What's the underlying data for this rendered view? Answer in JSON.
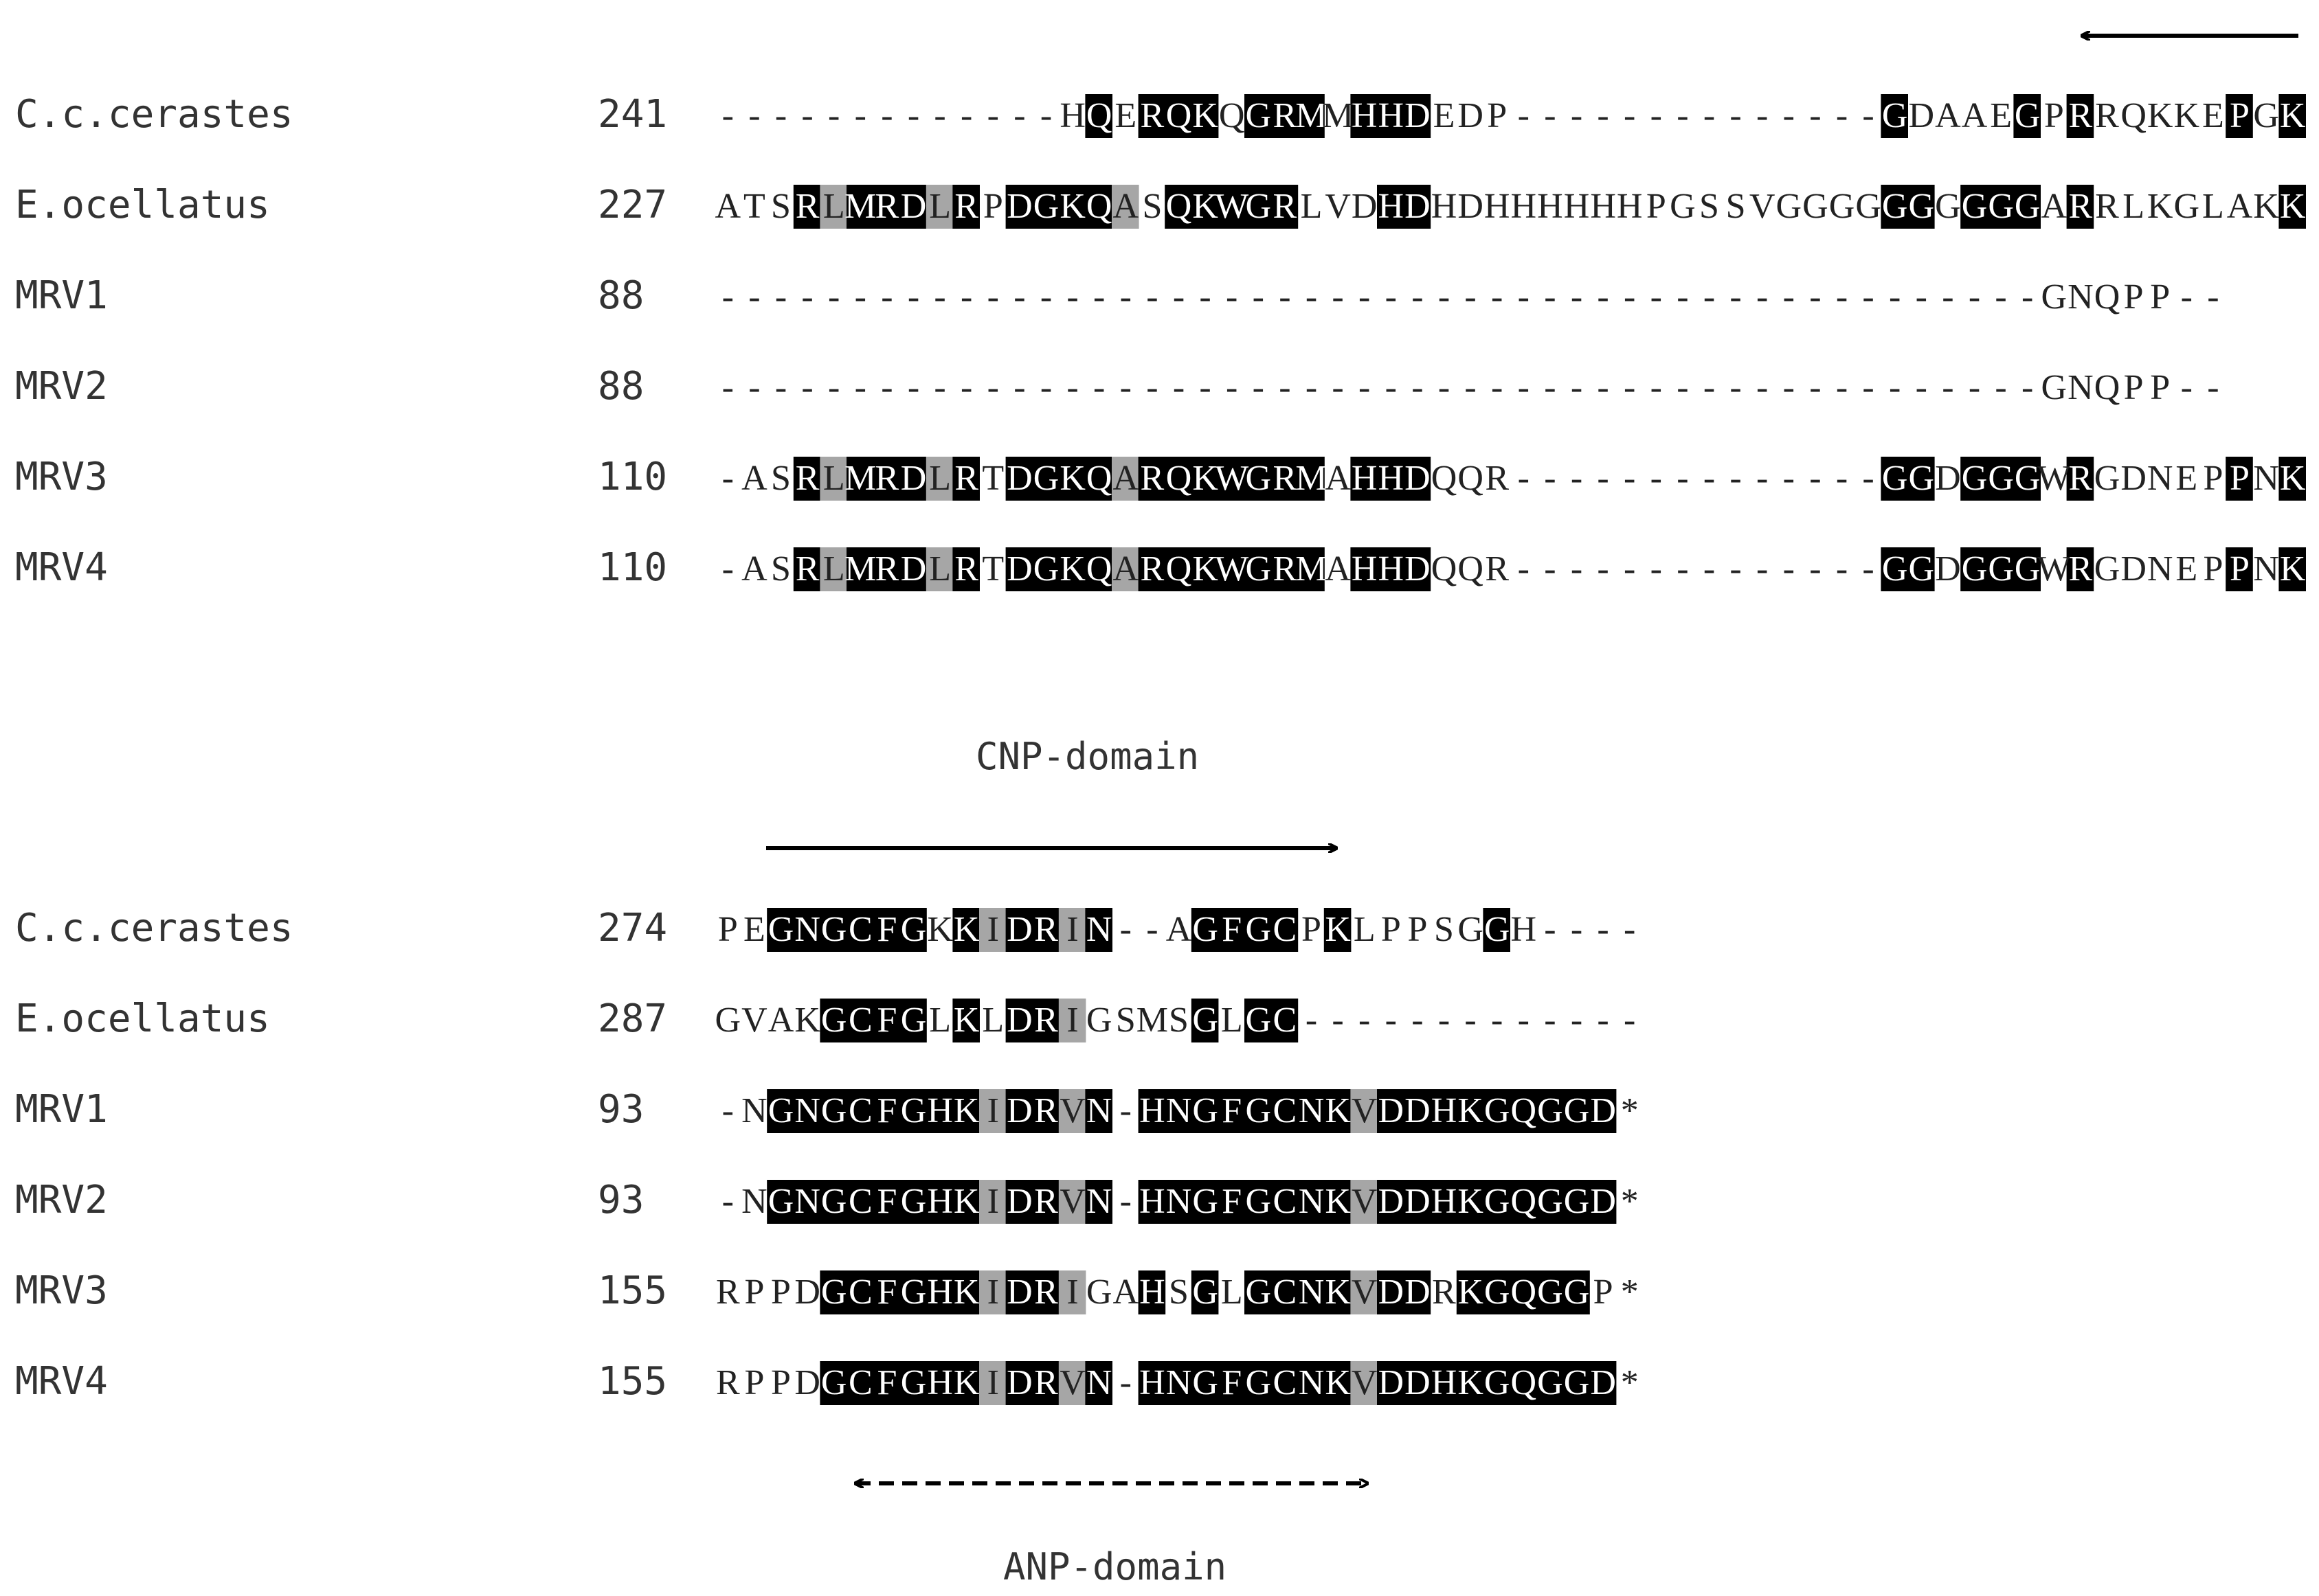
{
  "blocks": [
    {
      "rows": [
        {
          "name": "C.c.cerastes",
          "start": "241",
          "seq": "-------------HQERQKQGRMMHHDEDP--------------GDAAEGPRRQKKEPGK"
        },
        {
          "name": "E.ocellatus",
          "start": "227",
          "seq": "ATSRLMRDLRPDGKQASQKWGRLVDHDHDHHHHHHPGSSVGGGGGGGGGGARRLKGLAKK"
        },
        {
          "name": "MRV1",
          "start": "88",
          "seq": "--------------------------------------------------GNQPP--"
        },
        {
          "name": "MRV2",
          "start": "88",
          "seq": "--------------------------------------------------GNQPP--"
        },
        {
          "name": "MRV3",
          "start": "110",
          "seq": "-ASRLMRDLRTDGKQARQKWGRMAHHDQQR--------------GGDGGGWRGDNEPPNK"
        },
        {
          "name": "MRV4",
          "start": "110",
          "seq": "-ASRLMRDLRTDGKQARQKWGRMAHHDQQR--------------GGDGGGWRGDNEPPNK"
        }
      ]
    },
    {
      "rows": [
        {
          "name": "C.c.cerastes",
          "start": "274",
          "seq": "PEGNGCFGKKIDRIN--AGFGCPKLPPSGGH----"
        },
        {
          "name": "E.ocellatus",
          "start": "287",
          "seq": "GVAKGCFGLKLDRIGSMSGLGC-------------"
        },
        {
          "name": "MRV1",
          "start": "93",
          "seq": "-NGNGCFGHKIDRVN-HNGFGCNKVDDHKGQGGD*"
        },
        {
          "name": "MRV2",
          "start": "93",
          "seq": "-NGNGCFGHKIDRVN-HNGFGCNKVDDHKGQGGD*"
        },
        {
          "name": "MRV3",
          "start": "155",
          "seq": "RPPDGCFGHKIDRIGAHSGLGCNKVDDRKGQGGP*"
        },
        {
          "name": "MRV4",
          "start": "155",
          "seq": "RPPDGCFGHKIDRVN-HNGFGCNKVDDHKGQGGD*"
        }
      ]
    }
  ],
  "labels": {
    "cnp": "CNP-domain",
    "anp": "ANP-domain"
  },
  "colors": {
    "identical_shade": "#000000",
    "similar_shade": "#a6a6a6",
    "text": "#222222"
  }
}
